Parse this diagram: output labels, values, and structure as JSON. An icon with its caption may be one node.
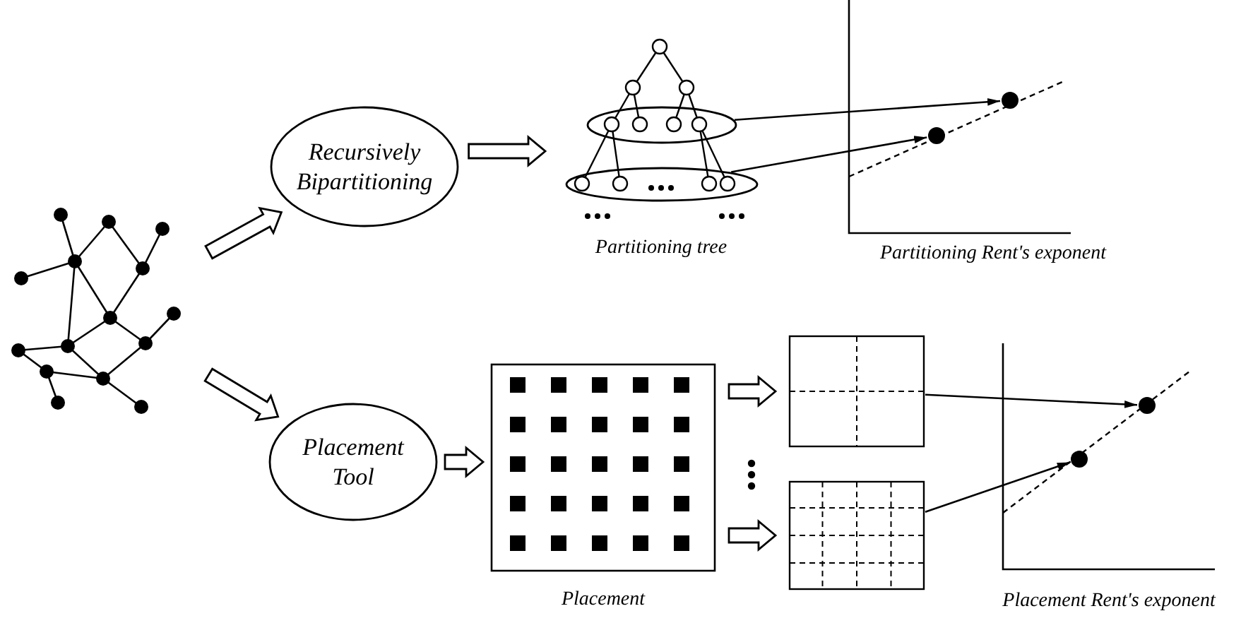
{
  "diagram": {
    "nodes": [
      {
        "text": [],
        "shape": "picture"
      },
      {
        "text": [
          "Recursively Bipartitioning"
        ]
      },
      {
        "text": [
          "Placement Tool"
        ]
      },
      {
        "text": [],
        "shape": "picture",
        "beside": [
          "Partitioning tree"
        ]
      },
      {
        "text": [],
        "shape": "ellipse",
        "in": 3
      },
      {
        "text": [],
        "shape": "ellipse",
        "in": 3
      },
      {
        "text": [],
        "shape": "picture",
        "beside": [
          "Partitioning Rent's exponent"
        ]
      },
      {
        "text": [],
        "shape": "circle",
        "in": 6
      },
      {
        "text": [],
        "shape": "circle",
        "in": 6
      },
      {
        "text": [],
        "shape": "picture",
        "beside": [
          "Placement"
        ]
      },
      {
        "text": [],
        "shape": "box"
      },
      {
        "text": [],
        "shape": "box"
      },
      {
        "text": [],
        "shape": "picture",
        "beside": [
          "Placement Rent's exponent"
        ]
      },
      {
        "text": [],
        "shape": "circle",
        "in": 12
      },
      {
        "text": [],
        "shape": "circle",
        "in": 12
      }
    ],
    "edges": [
      {
        "from": 0,
        "to": 1,
        "arrow": "to",
        "style": "thick"
      },
      {
        "from": 0,
        "to": 2,
        "arrow": "to",
        "style": "thick"
      },
      {
        "from": 1,
        "to": 3,
        "arrow": "to",
        "style": "thick"
      },
      {
        "from": 2,
        "to": 9,
        "arrow": "to",
        "style": "thick"
      },
      {
        "from": 9,
        "to": 10,
        "arrow": "to",
        "style": "thick"
      },
      {
        "from": 9,
        "to": 11,
        "arrow": "to",
        "style": "thick"
      },
      {
        "from": 4,
        "to": 7,
        "arrow": "to"
      },
      {
        "from": 5,
        "to": 8,
        "arrow": "to"
      },
      {
        "from": 10,
        "to": 13,
        "arrow": "to"
      },
      {
        "from": 11,
        "to": 14,
        "arrow": "to"
      }
    ]
  }
}
